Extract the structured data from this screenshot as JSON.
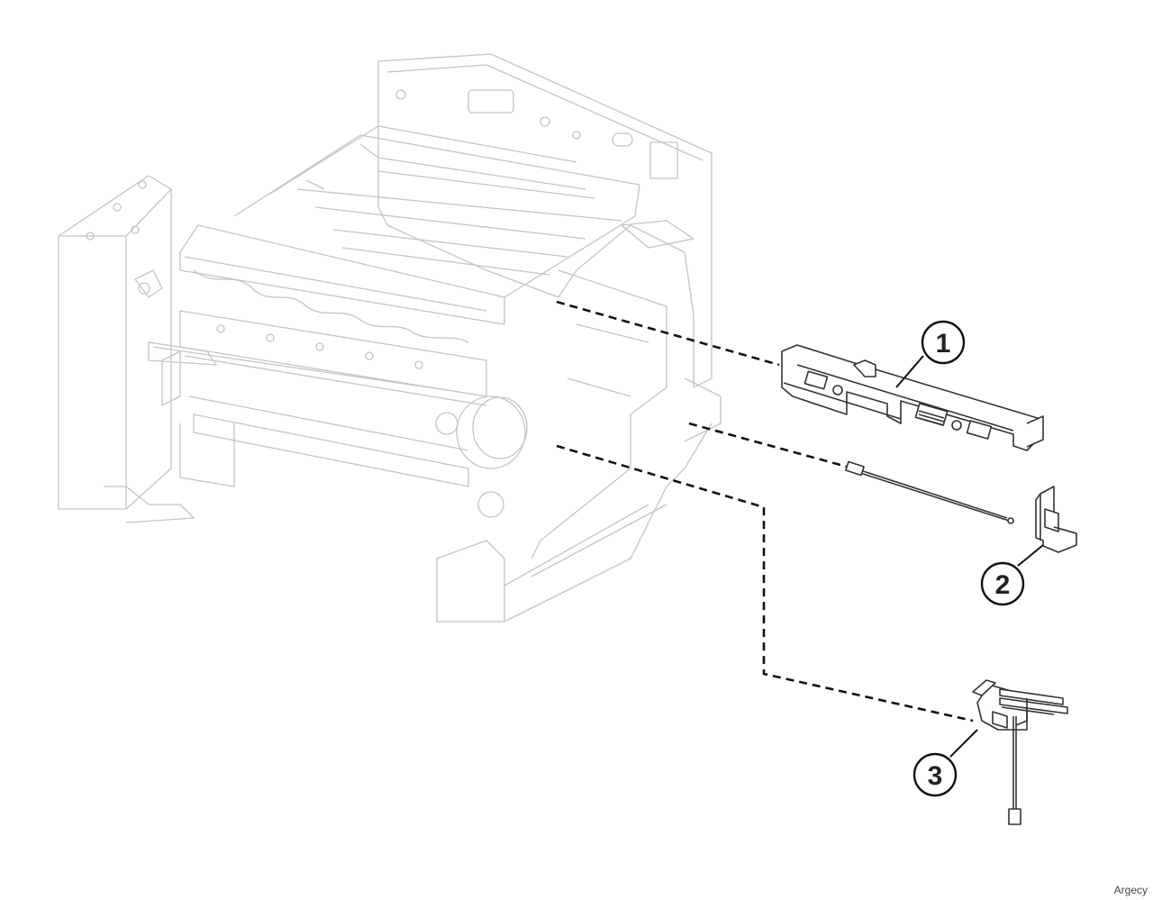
{
  "callouts": [
    {
      "id": "1",
      "label": "1"
    },
    {
      "id": "2",
      "label": "2"
    },
    {
      "id": "3",
      "label": "3"
    }
  ],
  "watermark": "Argecy",
  "colors": {
    "frame_line": "#c4c4c4",
    "part_line": "#333333",
    "leader": "#111111"
  }
}
